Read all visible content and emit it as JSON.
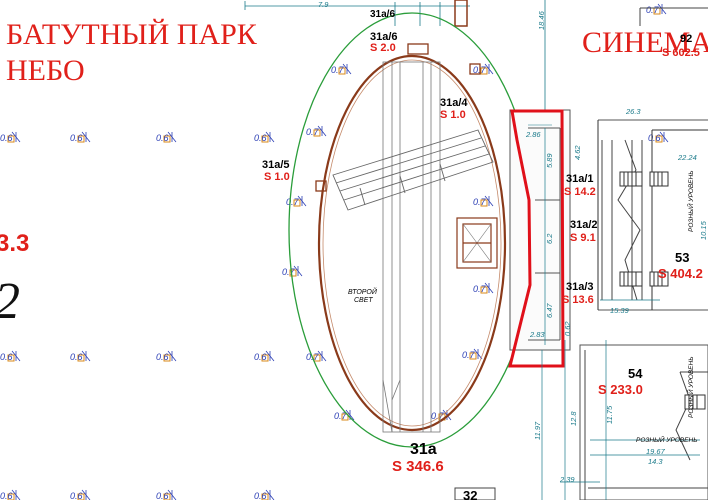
{
  "headings": {
    "park_line1": "БАТУТНЫЙ ПАРК",
    "park_line2": "НЕБО",
    "cinema": "СИНЕМА",
    "left_area": "3.3",
    "left_big": "2"
  },
  "units": [
    {
      "id": "31a/6",
      "area": "S 2.0"
    },
    {
      "id": "31a/4",
      "area": "S 1.0"
    },
    {
      "id": "31a/5",
      "area": "S 1.0"
    },
    {
      "id": "31a/1",
      "area": "S 14.2"
    },
    {
      "id": "31a/2",
      "area": "S 9.1"
    },
    {
      "id": "31a/3",
      "area": "S 13.6"
    },
    {
      "id": "31a",
      "area": "S 346.6"
    },
    {
      "id": "53",
      "area": "S 404.2"
    },
    {
      "id": "54",
      "area": "S 233.0"
    },
    {
      "id": "92",
      "area": "S 602.5"
    },
    {
      "id": "32",
      "area": ""
    }
  ],
  "notes": {
    "second_light_1": "ВТОРОЙ",
    "second_light_2": "СВЕТ",
    "level_53": "РОЗНЫЙ УРОВЕНЬ",
    "level_54": "РОЗНЫЙ УРОВЕНЬ",
    "level_54b": "РОЗНЫЙ УРОВЕНЬ"
  },
  "dimensions": {
    "d_7_9": "7.9",
    "d_18_46": "18.46",
    "d_0_7": "0.7",
    "d_0_6": "0.6",
    "d_2_86": "2.86",
    "d_26_3": "26.3",
    "d_22_24": "22.24",
    "d_5_89": "5.89",
    "d_6_2": "6.2",
    "d_6_47": "6.47",
    "d_2_83": "2.83",
    "d_15_39": "15.39",
    "d_11_97": "11.97",
    "d_12_8": "12.8",
    "d_11_75": "11.75",
    "d_19_67": "19.67",
    "d_14_3": "14.3",
    "d_2_39": "2.39",
    "d_4_62": "4.62",
    "d_0_62": "0.62",
    "d_10_15": "10.15"
  },
  "colors": {
    "headline_red": "#e0201a",
    "outline_green": "#2a9d3a",
    "wall_brown": "#8a3a1a",
    "highlight_red": "#e0101a",
    "dim_teal": "#1a7a8a",
    "marker_orange": "#d98a1a"
  }
}
